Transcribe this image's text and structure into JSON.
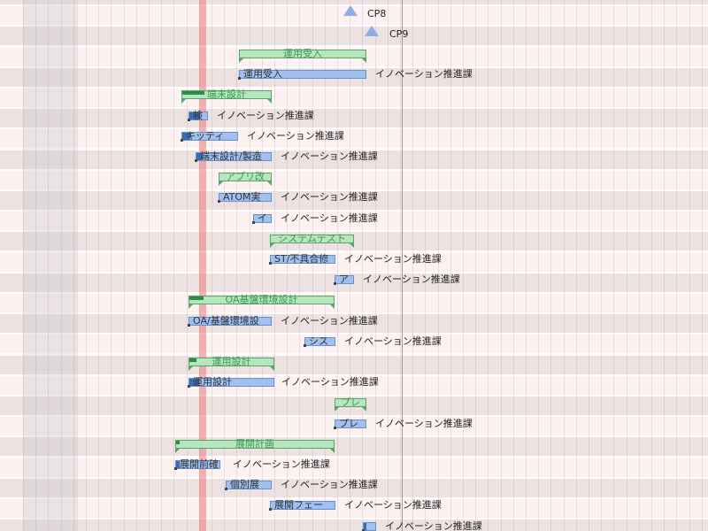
{
  "gantt": {
    "milestones": [
      {
        "name": "cp8",
        "label": "CP8"
      },
      {
        "name": "cp9",
        "label": "CP9"
      }
    ],
    "rows": [
      {
        "type": "summary",
        "label": "運用受入",
        "resource": ""
      },
      {
        "type": "task",
        "label": "運用受入",
        "resource": "イノベーション推進課"
      },
      {
        "type": "summary",
        "label": "端末設計",
        "resource": ""
      },
      {
        "type": "task",
        "label": "検",
        "resource": "イノベーション推進課"
      },
      {
        "type": "task",
        "label": "キッティ",
        "resource": "イノベーション推進課"
      },
      {
        "type": "task",
        "label": "端末設計/製造",
        "resource": "イノベーション推進課"
      },
      {
        "type": "summary",
        "label": "アプリ改",
        "resource": ""
      },
      {
        "type": "task",
        "label": "ATOM実",
        "resource": "イノベーション推進課"
      },
      {
        "type": "task",
        "label": "イ",
        "resource": "イノベーション推進課"
      },
      {
        "type": "summary",
        "label": "システムテスト",
        "resource": ""
      },
      {
        "type": "task",
        "label": "ST/不具合修",
        "resource": "イノベーション推進課"
      },
      {
        "type": "task",
        "label": "ア",
        "resource": "イノベーション推進課"
      },
      {
        "type": "summary",
        "label": "OA基盤環境設計",
        "resource": ""
      },
      {
        "type": "task",
        "label": "OA/基盤環境設",
        "resource": "イノベーション推進課"
      },
      {
        "type": "task",
        "label": "シス",
        "resource": "イノベーション推進課"
      },
      {
        "type": "summary",
        "label": "運用設計",
        "resource": ""
      },
      {
        "type": "task",
        "label": "運用設計",
        "resource": "イノベーション推進課"
      },
      {
        "type": "summary",
        "label": "プレ",
        "resource": ""
      },
      {
        "type": "task",
        "label": "プレ",
        "resource": "イノベーション推進課"
      },
      {
        "type": "summary",
        "label": "展開計画",
        "resource": ""
      },
      {
        "type": "task",
        "label": "展開前確",
        "resource": "イノベーション推進課"
      },
      {
        "type": "task",
        "label": "個別展",
        "resource": "イノベーション推進課"
      },
      {
        "type": "task",
        "label": "展開フェー",
        "resource": "イノベーション推進課"
      },
      {
        "type": "task",
        "label": "",
        "resource": "イノベーション推進課"
      }
    ]
  }
}
